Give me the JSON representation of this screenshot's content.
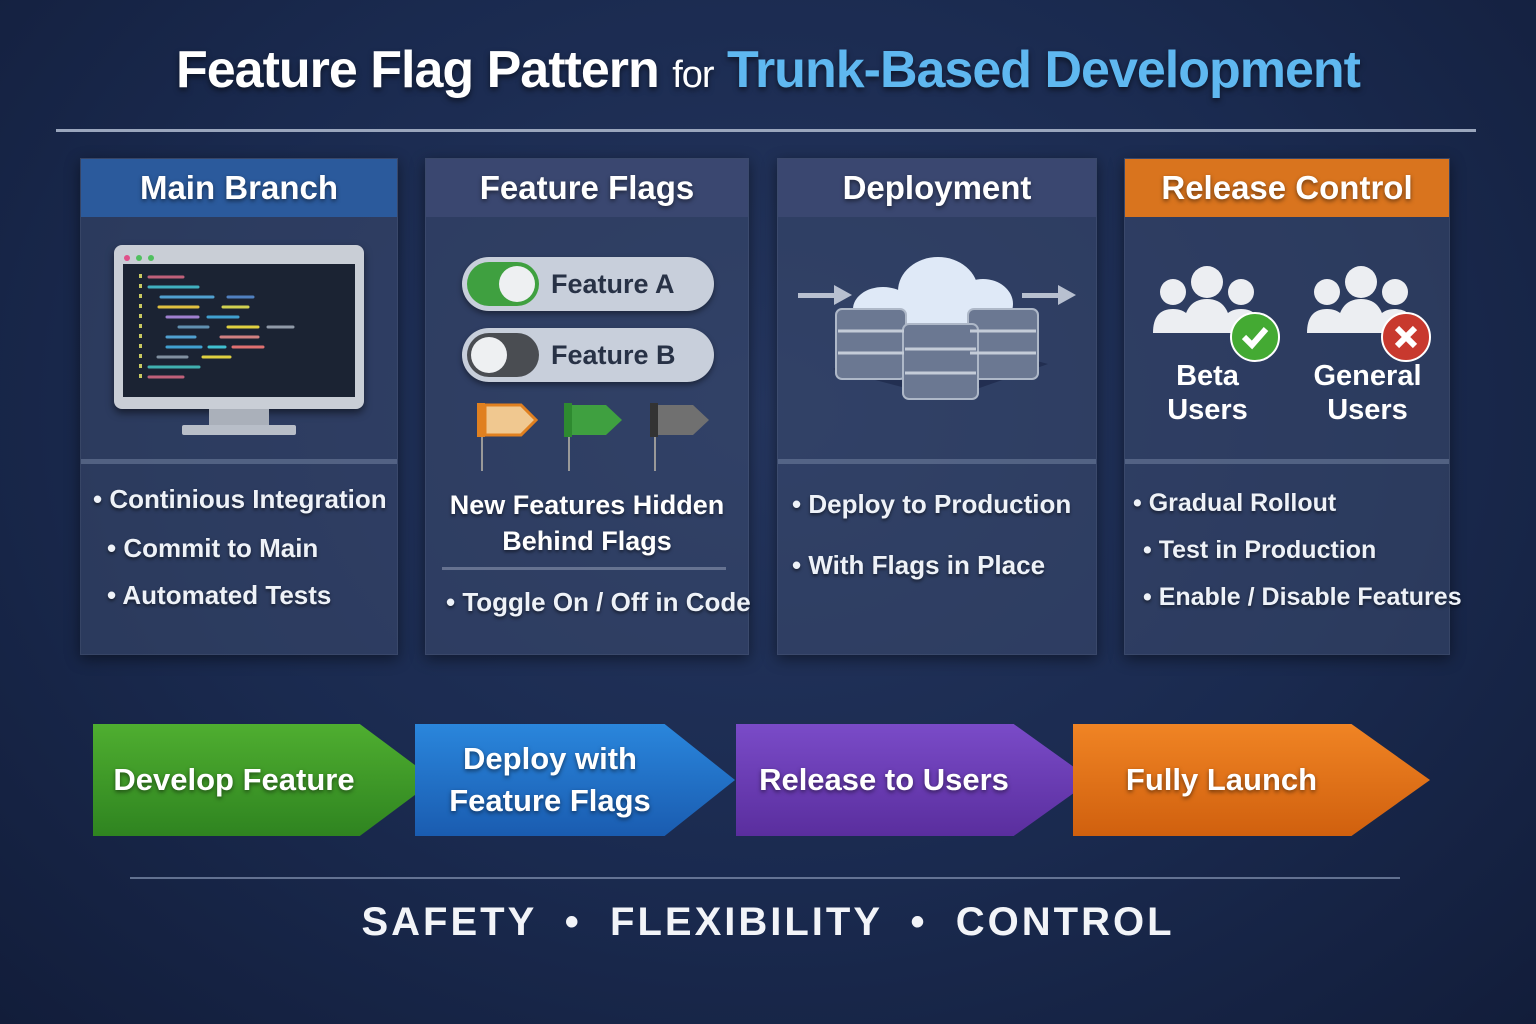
{
  "title": {
    "part1": "Feature Flag Pattern",
    "part2": "for",
    "part3": "Trunk-Based Development"
  },
  "panels": [
    {
      "header": "Main Branch",
      "header_color": "#2b5a9c",
      "bullets": [
        "Continious Integration",
        "Commit to Main",
        "Automated Tests"
      ],
      "icon": "code-monitor-icon"
    },
    {
      "header": "Feature Flags",
      "header_color": "#3a4770",
      "toggles": [
        {
          "label": "Feature A",
          "on": true
        },
        {
          "label": "Feature B",
          "on": false
        }
      ],
      "flags": [
        "orange-flag-icon",
        "green-flag-icon",
        "gray-flag-icon"
      ],
      "caption": "New Features Hidden Behind Flags",
      "bullets": [
        "Toggle On / Off in Code"
      ]
    },
    {
      "header": "Deployment",
      "header_color": "#3a4770",
      "bullets": [
        "Deploy to Production",
        "With Flags in Place"
      ],
      "icon": "cloud-database-icon"
    },
    {
      "header": "Release Control",
      "header_color": "#d9741e",
      "groups": [
        {
          "label": "Beta Users",
          "status": "check"
        },
        {
          "label": "General Users",
          "status": "cross"
        }
      ],
      "bullets": [
        "Gradual Rollout",
        "Test in Production",
        "Enable / Disable Features"
      ]
    }
  ],
  "flow": [
    {
      "label": "Develop Feature",
      "color": "#3f9a2a"
    },
    {
      "label": "Deploy with Feature Flags",
      "color": "#1e6fc4"
    },
    {
      "label": "Release to Users",
      "color": "#6a3cb0"
    },
    {
      "label": "Fully Launch",
      "color": "#e0701a"
    }
  ],
  "tagline": [
    "SAFETY",
    "FLEXIBILITY",
    "CONTROL"
  ]
}
